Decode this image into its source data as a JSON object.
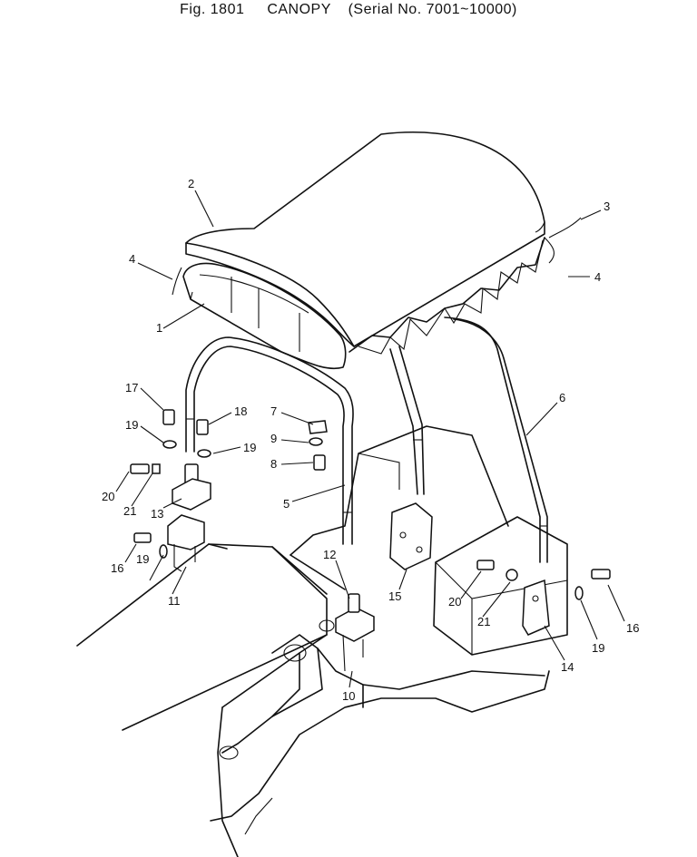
{
  "figure": {
    "number": "Fig. 1801",
    "name": "CANOPY",
    "serial": "(Serial No. 7001~10000)"
  },
  "callouts": [
    "1",
    "2",
    "3",
    "4",
    "4",
    "5",
    "6",
    "7",
    "8",
    "9",
    "10",
    "11",
    "12",
    "13",
    "14",
    "15",
    "16",
    "16",
    "17",
    "18",
    "19",
    "19",
    "19",
    "19",
    "20",
    "20",
    "21",
    "21"
  ]
}
